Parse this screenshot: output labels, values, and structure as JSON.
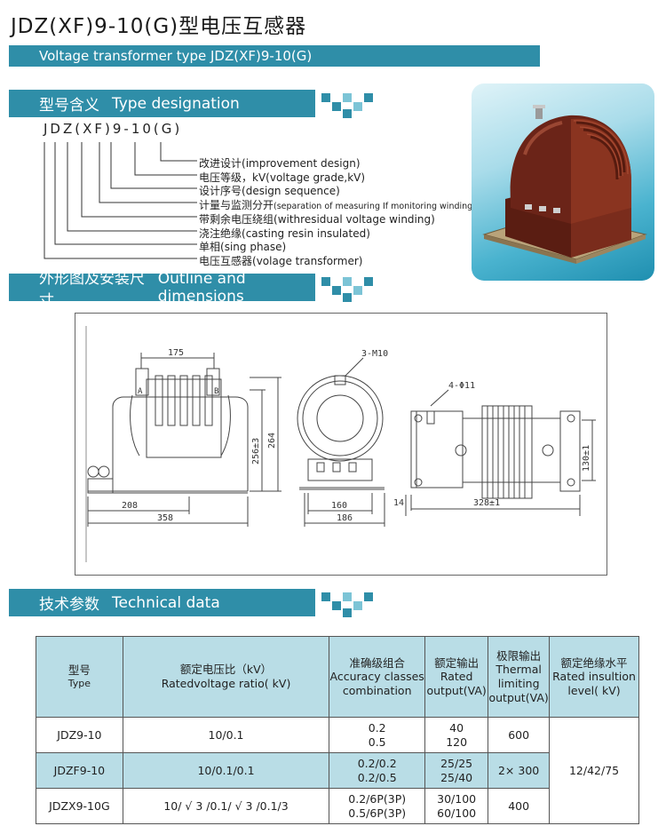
{
  "header": {
    "title": "JDZ(XF)9-10(G)型电压互感器",
    "subtitle": "Voltage transformer type JDZ(XF)9-10(G)"
  },
  "sections": {
    "designation": {
      "cn": "型号含义",
      "en": "Type designation"
    },
    "outline": {
      "cn": "外形图及安装尺寸",
      "en": "Outline and dimensions"
    },
    "technical": {
      "cn": "技术参数",
      "en": "Technical data"
    }
  },
  "designation": {
    "code": "JDZ(XF)9-10(G)",
    "labels": [
      {
        "cn": "改进设计",
        "en": "(improvement design)"
      },
      {
        "cn": "电压等级，kV",
        "en": "(voltage grade,kV)"
      },
      {
        "cn": "设计序号",
        "en": "(design sequence)"
      },
      {
        "cn": "计量与监测分开",
        "en": "(separation of measuring If monitoring winding)"
      },
      {
        "cn": "带剩余电压绕组",
        "en": "(withresidual voltage winding)"
      },
      {
        "cn": "浇注绝缘",
        "en": "(casting resin insulated)"
      },
      {
        "cn": "单相",
        "en": "(sing phase)"
      },
      {
        "cn": "电压互感器",
        "en": "(volage transformer)"
      }
    ]
  },
  "dimensions": {
    "front": {
      "width_top": "175",
      "height_inner": "256±3",
      "height_outer": "264",
      "base_inner": "208",
      "base_outer": "358"
    },
    "side": {
      "bolt": "3-M10",
      "base_inner": "160",
      "base_outer": "186"
    },
    "top": {
      "holes": "4-Φ11",
      "offset": "14",
      "length": "328±1",
      "width": "130±1"
    },
    "terminal_labels": [
      "A",
      "B"
    ]
  },
  "table": {
    "headers": [
      {
        "cn": "型号",
        "en": "Type"
      },
      {
        "cn": "额定电压比（kV）",
        "en": "Ratedvoltage ratio( kV)"
      },
      {
        "cn": "准确级组合",
        "en": "Accuracy classes combination"
      },
      {
        "cn": "额定输出",
        "en": "Rated output(VA)"
      },
      {
        "cn": "极限输出",
        "en": "Thermal limiting output(VA)"
      },
      {
        "cn": "额定绝缘水平",
        "en": "Rated insultion level( kV)"
      }
    ],
    "rows": [
      {
        "type": "JDZ9-10",
        "ratio": "10/0.1",
        "acc1": "0.2",
        "acc2": "0.5",
        "out1": "40",
        "out2": "120",
        "limit": "600"
      },
      {
        "type": "JDZF9-10",
        "ratio": "10/0.1/0.1",
        "acc1": "0.2/0.2",
        "acc2": "0.2/0.5",
        "out1": "25/25",
        "out2": "25/40",
        "limit": "2× 300"
      },
      {
        "type": "JDZX9-10G",
        "ratio": "10/ √ 3 /0.1/ √ 3 /0.1/3",
        "acc1": "0.2/6P(3P)",
        "acc2": "0.5/6P(3P)",
        "out1": "30/100",
        "out2": "60/100",
        "limit": "400"
      }
    ],
    "insulation": "12/42/75"
  },
  "colors": {
    "accent": "#2f8ea8",
    "table_shade": "#b9dde6",
    "product_brown": "#6b2418"
  }
}
